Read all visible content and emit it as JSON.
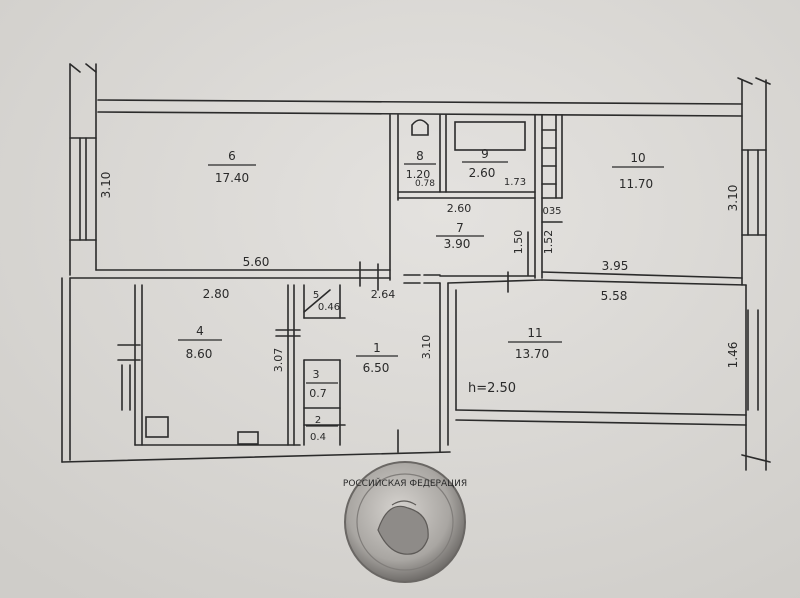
{
  "colors": {
    "paper": "#dedcd8",
    "ink": "#2b2b2b",
    "coin_light": "#c9c6c2",
    "coin_dark": "#6f6c69"
  },
  "rooms": [
    {
      "id": "6",
      "number": "6",
      "area": "17.40"
    },
    {
      "id": "8",
      "number": "8",
      "area": "1.20"
    },
    {
      "id": "9",
      "number": "9",
      "area": "2.60"
    },
    {
      "id": "10",
      "number": "10",
      "area": "11.70"
    },
    {
      "id": "7",
      "number": "7",
      "area": "3.90"
    },
    {
      "id": "5",
      "number": "5",
      "area": "0.46"
    },
    {
      "id": "4",
      "number": "4",
      "area": "8.60"
    },
    {
      "id": "1",
      "number": "1",
      "area": "6.50"
    },
    {
      "id": "3",
      "number": "3",
      "area": "0.7"
    },
    {
      "id": "2",
      "number": "2",
      "area": "0.4"
    },
    {
      "id": "11",
      "number": "11",
      "area": "13.70"
    }
  ],
  "dimensions": {
    "left_wall_top": "3.10",
    "room6_width": "5.60",
    "room4_width": "2.80",
    "corridor": "2.64",
    "room7_width": "2.60",
    "room8_width": "0.78",
    "room9_width": "1.73",
    "small_035": "035",
    "v_150": "1.50",
    "v_152": "1.52",
    "room10_width": "3.95",
    "room11_width": "5.58",
    "right_wall_top": "3.10",
    "right_wall_bottom": "1.46",
    "room4_height": "3.07",
    "room1_height": "3.10"
  },
  "ceiling_height": "h=2.50",
  "coin": {
    "inscription": "РОССИЙСКАЯ ФЕДЕРАЦИЯ"
  }
}
